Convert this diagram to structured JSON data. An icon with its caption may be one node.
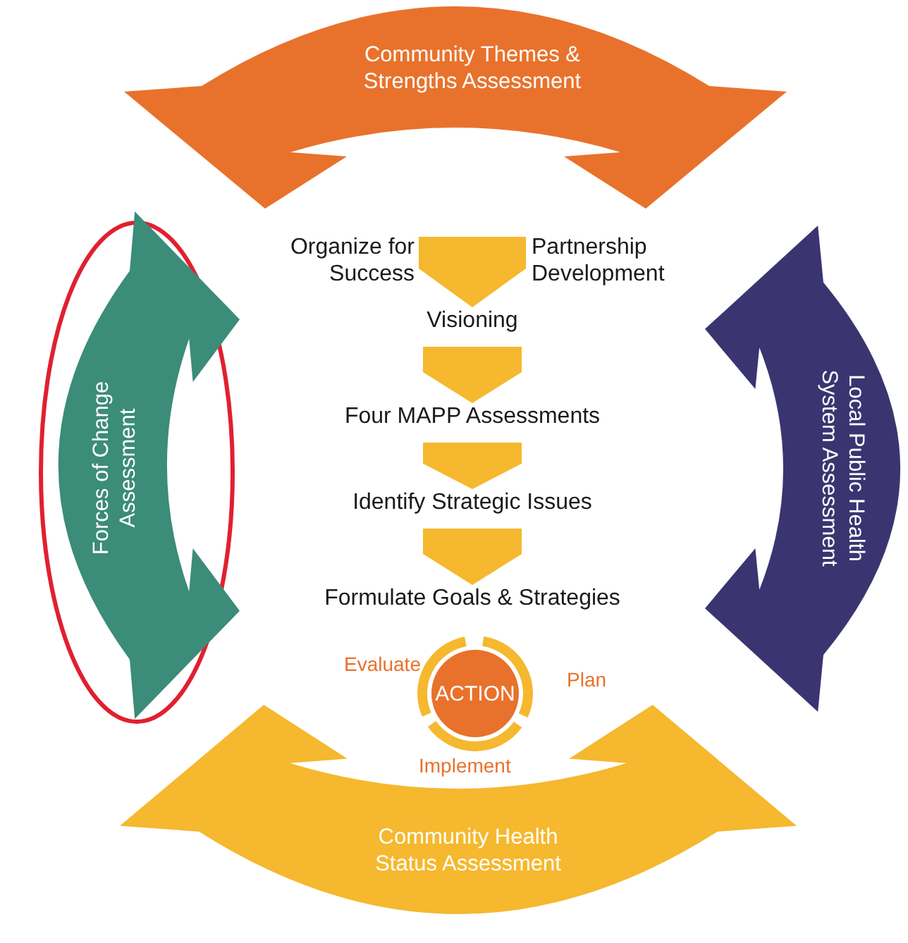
{
  "diagram": {
    "nodes": [
      {
        "text": [
          "Community Themes & Strengths Assessment"
        ]
      },
      {
        "text": [
          "Forces of Change Assessment"
        ]
      },
      {
        "text": [
          "Organize for Success"
        ]
      },
      {
        "text": [
          "Partnership Development"
        ]
      },
      {
        "text": [
          "Visioning"
        ]
      },
      {
        "text": [
          "Four MAPP Assessments"
        ]
      },
      {
        "text": [
          "Identify Strategic Issues"
        ]
      },
      {
        "text": [
          "Formulate Goals & Strategies"
        ]
      },
      {
        "text": [
          "ACTION"
        ]
      },
      {
        "text": [
          "Local Public Health System Assessment"
        ]
      },
      {
        "text": [
          "Community Health Status Assessment"
        ]
      }
    ],
    "edges": [
      {
        "from": null,
        "to": 4,
        "arrow": "to"
      },
      {
        "from": 4,
        "to": 5,
        "arrow": "to"
      },
      {
        "from": 5,
        "to": 6,
        "arrow": "to"
      },
      {
        "from": 6,
        "to": 7,
        "arrow": "to"
      }
    ],
    "labels": [
      "Evaluate",
      "Plan",
      "Implement"
    ]
  }
}
